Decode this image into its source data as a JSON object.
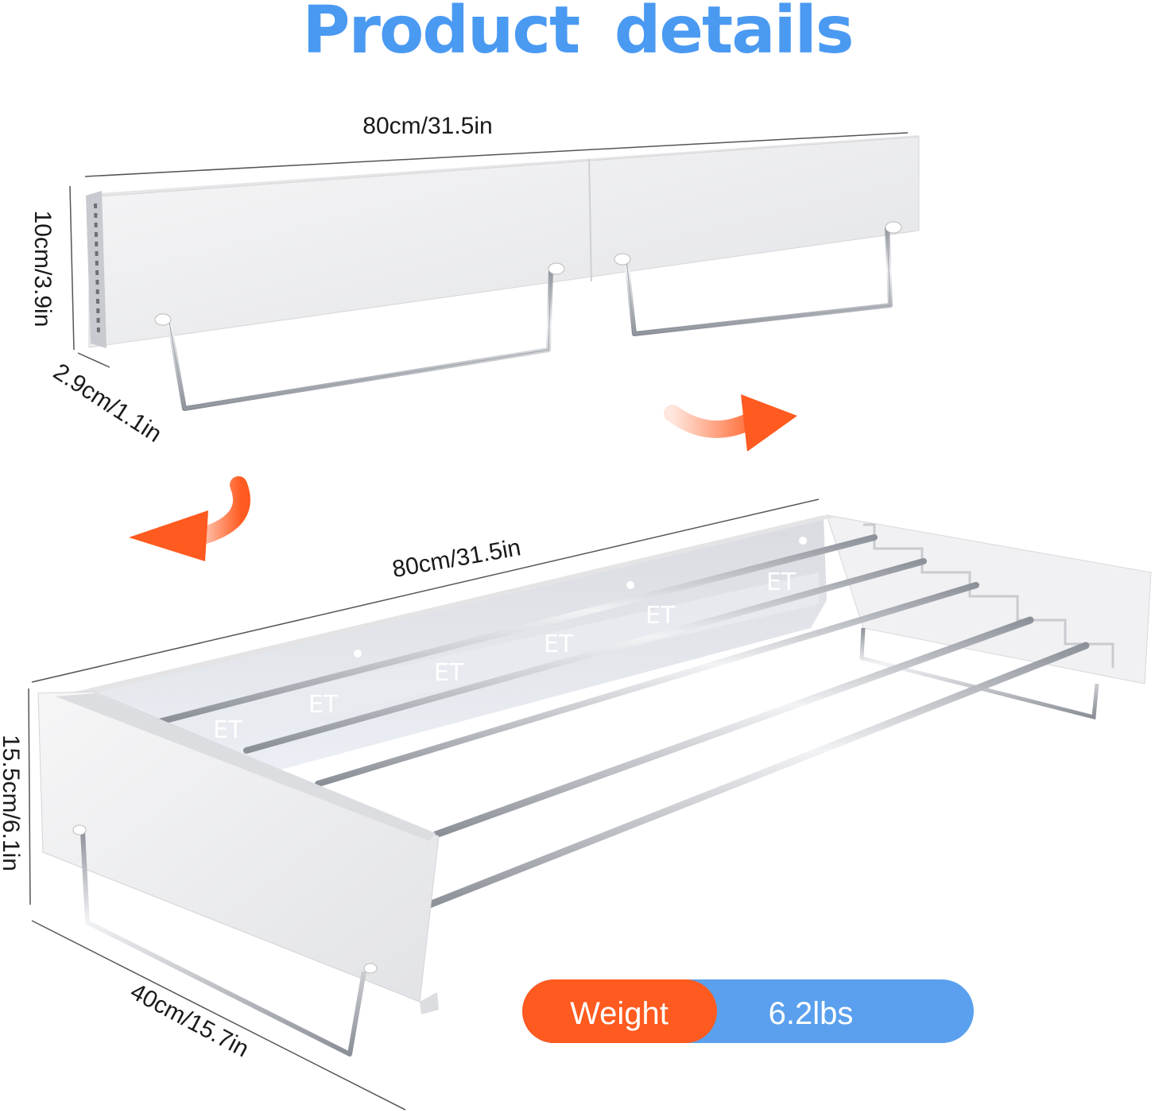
{
  "title": "Product details",
  "folded": {
    "width_label": "80cm/31.5in",
    "height_label": "10cm/3.9in",
    "depth_label": "2.9cm/1.1in"
  },
  "extended": {
    "width_label": "80cm/31.5in",
    "height_label": "15.5cm/6.1in",
    "depth_label": "40cm/15.7in"
  },
  "weight": {
    "label": "Weight",
    "value": "6.2lbs"
  },
  "colors": {
    "accent_blue": "#4a9af2",
    "accent_orange": "#ff5a1f",
    "panel_white": "#f4f4f5",
    "steel": "#b9bdc4"
  }
}
